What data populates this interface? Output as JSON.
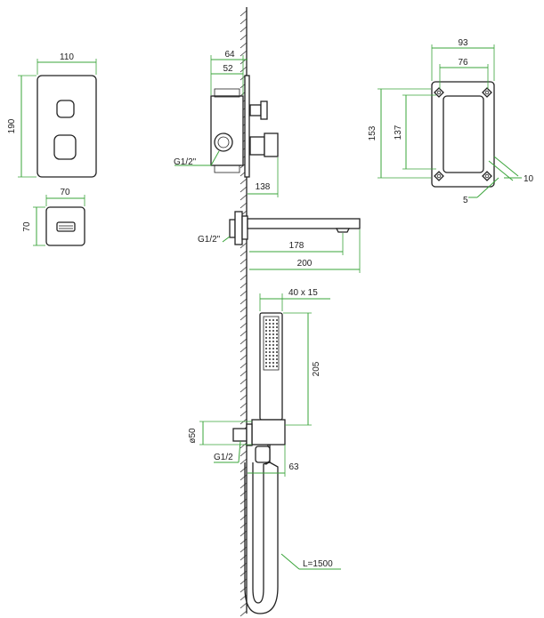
{
  "dimensions": {
    "plate_width": "110",
    "plate_height": "190",
    "spout_plate_width": "70",
    "spout_plate_height": "70",
    "box_depth_outer": "64",
    "box_depth_inner": "52",
    "box_thread": "G1/2\"",
    "box_projection": "138",
    "spout_thread": "G1/2\"",
    "spout_length_inner": "178",
    "spout_length_total": "200",
    "handshower_section": "40 x 15",
    "handshower_length": "205",
    "outlet_diameter": "ø50",
    "outlet_thread": "G1/2",
    "outlet_projection": "63",
    "hose_length": "L=1500",
    "frame_width_outer": "93",
    "frame_width_inner": "76",
    "frame_height_outer": "153",
    "frame_height_inner": "137",
    "frame_tab": "10",
    "frame_hole": "5"
  },
  "colors": {
    "dimension": "#3aa43a",
    "outline": "#222222"
  }
}
